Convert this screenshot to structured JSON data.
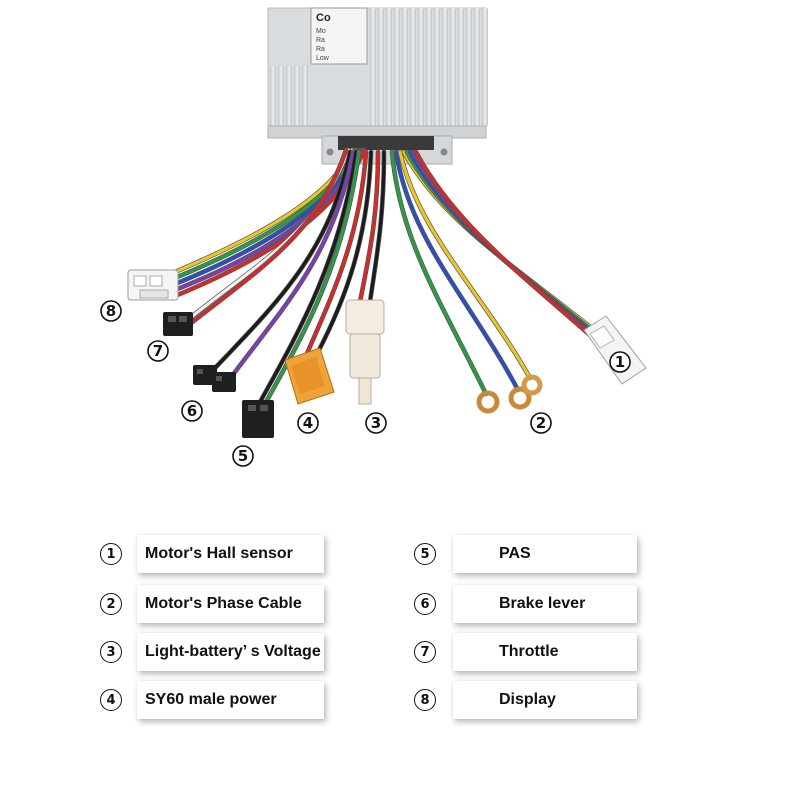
{
  "controller": {
    "label_lines": [
      "Co",
      "Mo",
      "Ra",
      "Ra",
      "Low"
    ]
  },
  "callouts": [
    "1",
    "2",
    "3",
    "4",
    "5",
    "6",
    "7",
    "8"
  ],
  "legend": [
    {
      "num": "1",
      "label": "Motor's Hall sensor"
    },
    {
      "num": "2",
      "label": "Motor's Phase Cable"
    },
    {
      "num": "3",
      "label": "Light-battery’ s Voltage"
    },
    {
      "num": "4",
      "label": "SY60 male power"
    },
    {
      "num": "5",
      "label": "PAS"
    },
    {
      "num": "6",
      "label": "Brake lever"
    },
    {
      "num": "7",
      "label": "Throttle"
    },
    {
      "num": "8",
      "label": "Display"
    }
  ],
  "colors": {
    "housing": "#dcdfe1",
    "wire_red": "#d42a2a",
    "wire_black": "#1c1c1c",
    "wire_yellow": "#e8c72a",
    "wire_green": "#2e9a47",
    "wire_blue": "#2c4fbd",
    "wire_purple": "#7a3fb0",
    "wire_white": "#f2f2f2",
    "connector_orange": "#f0a33a"
  }
}
